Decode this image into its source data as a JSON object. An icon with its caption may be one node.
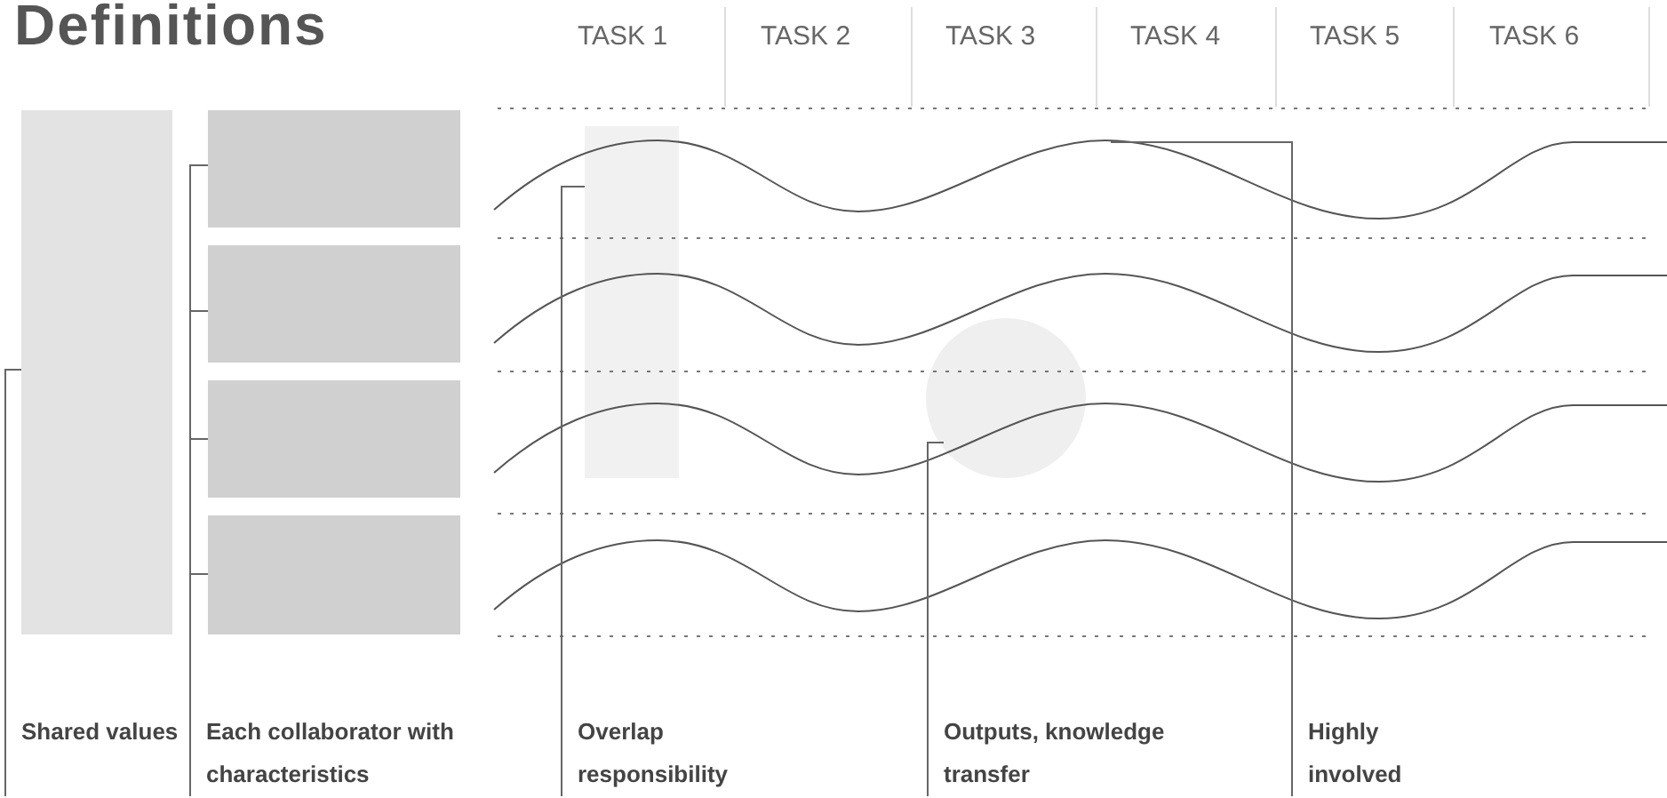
{
  "diagram": {
    "title": "Definitions",
    "nodes": [
      {
        "text": [
          "Shared values"
        ]
      },
      {
        "text": [],
        "shape": "bar"
      },
      {
        "text": [
          "Each collaborator with characteristics"
        ]
      },
      {
        "text": [],
        "shape": "box"
      },
      {
        "text": [],
        "shape": "box"
      },
      {
        "text": [],
        "shape": "box"
      },
      {
        "text": [],
        "shape": "box"
      },
      {
        "text": [
          "Overlap responsibility"
        ]
      },
      {
        "text": [],
        "shape": "bar"
      },
      {
        "text": [
          "Outputs, knowledge transfer"
        ]
      },
      {
        "text": [],
        "shape": "circle"
      },
      {
        "text": [
          "Highly involved"
        ]
      },
      {
        "text": [],
        "shape": "curve"
      }
    ],
    "edges": [
      {
        "from": 0,
        "to": 1,
        "arrow": "none"
      },
      {
        "from": 2,
        "to": 3,
        "arrow": "none"
      },
      {
        "from": 2,
        "to": 4,
        "arrow": "none"
      },
      {
        "from": 2,
        "to": 5,
        "arrow": "none"
      },
      {
        "from": 2,
        "to": 6,
        "arrow": "none"
      },
      {
        "from": 7,
        "to": 8,
        "arrow": "none"
      },
      {
        "from": 9,
        "to": 10,
        "arrow": "none"
      },
      {
        "from": 11,
        "to": 12,
        "arrow": "none"
      }
    ],
    "labels": [
      "TASK 1",
      "TASK 2",
      "TASK 3",
      "TASK 4",
      "TASK 5",
      "TASK 6"
    ]
  }
}
